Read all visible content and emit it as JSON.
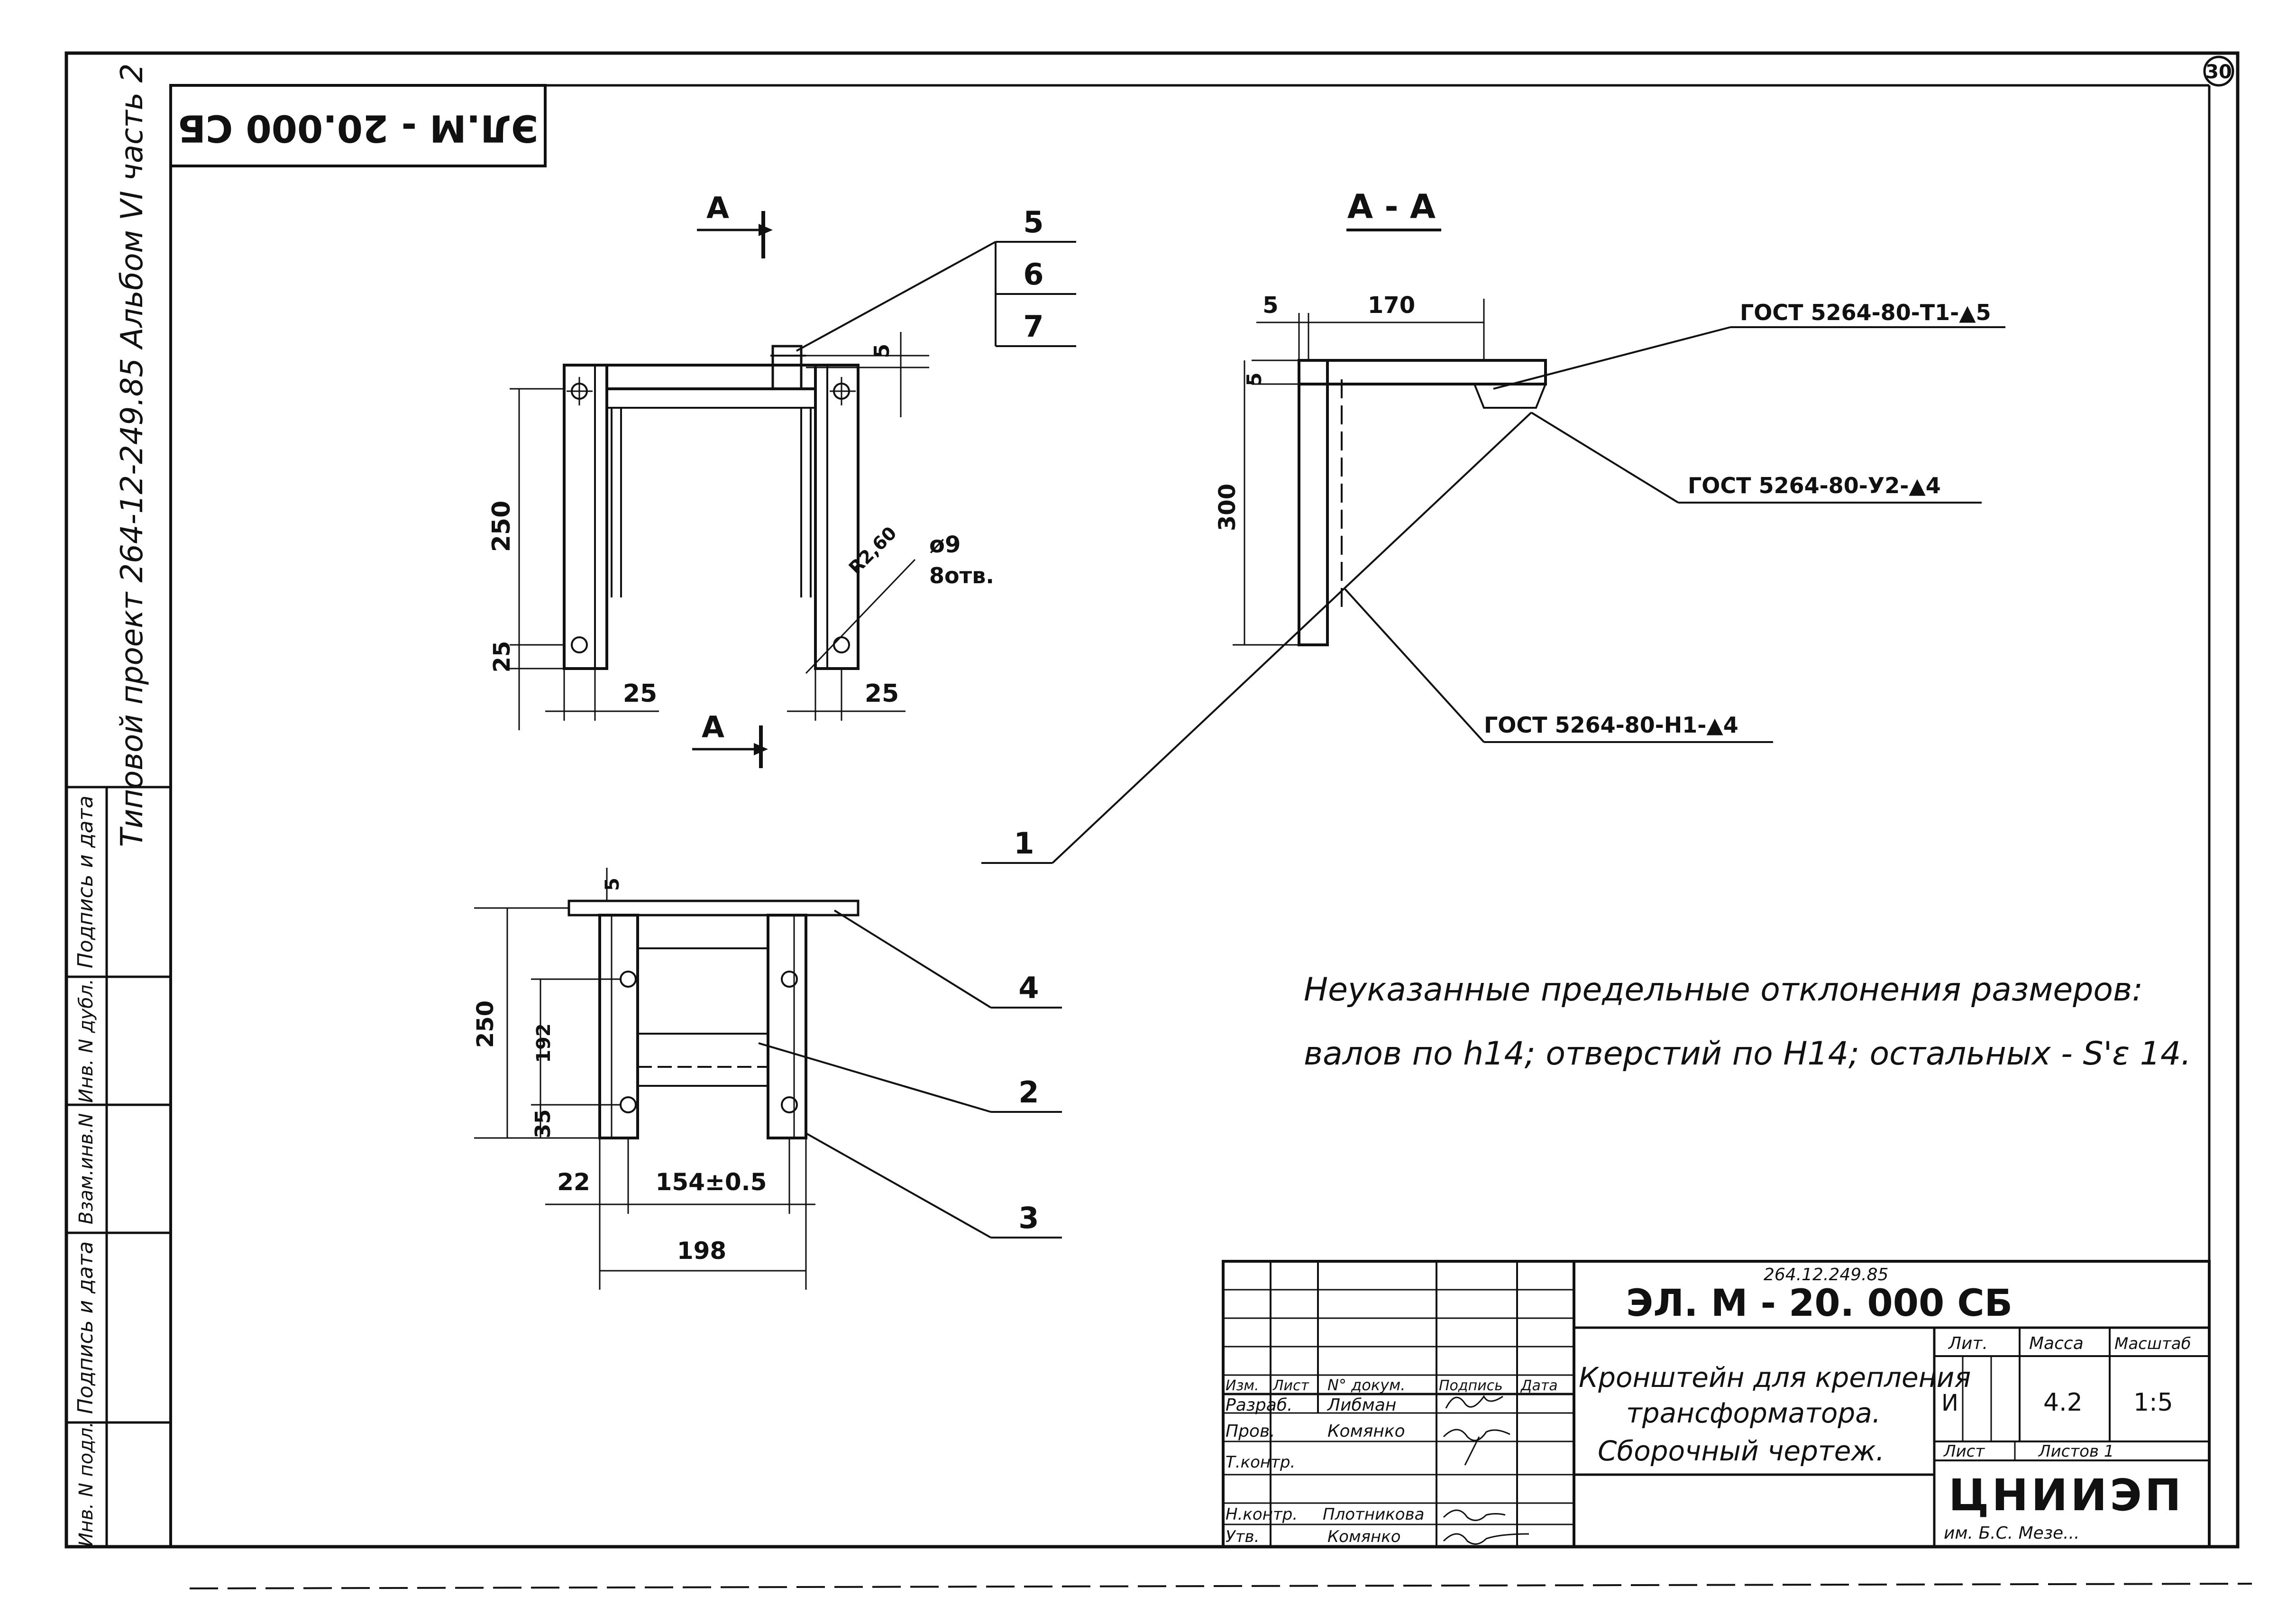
{
  "stamp_top": "ЭЛ.М - 20.000 СБ",
  "sheet_number": "30",
  "side_strip": {
    "project": "Типовой проект  264-12-249.85  Альбом VI  часть 2",
    "cells": [
      "Подпись и дата",
      "Инв. N дубл.",
      "Взам.инв.N",
      "Подпись и дата",
      "Инв. N подл."
    ]
  },
  "views": {
    "section_label_top": "А",
    "section_label_bottom": "А",
    "section_view_title": "А - А"
  },
  "dimensions": {
    "front": {
      "height": "250",
      "bottom_hole": "25",
      "left": "25",
      "right": "25",
      "top_gap": "5",
      "radius": "R2,60",
      "hole_dia": "ø9",
      "hole_count": "8отв."
    },
    "section": {
      "top_left": "5",
      "top_width": "170",
      "side_small": "5",
      "height": "300"
    },
    "bottom": {
      "height": "250",
      "inner": "192",
      "bottom": "35",
      "left_offset": "22",
      "span": "154±0.5",
      "width": "198",
      "top_small": "5"
    }
  },
  "welds": {
    "w1": "ГОСТ 5264-80-Т1-▲5",
    "w2": "ГОСТ 5264-80-У2-▲4",
    "w3": "ГОСТ 5264-80-Н1-▲4"
  },
  "callouts": {
    "c1": "1",
    "c2": "2",
    "c3": "3",
    "c4": "4",
    "c5": "5",
    "c6": "6",
    "c7": "7"
  },
  "note": {
    "line1": "Неуказанные предельные отклонения размеров:",
    "line2": "валов по h14; отверстий по H14; остальных - S'ε 14."
  },
  "title_block": {
    "doc_number_small": "264.12.249.85",
    "doc_number": "ЭЛ. М - 20. 000  СБ",
    "title_lines": [
      "Кронштейн для крепления",
      "трансформатора.",
      "Сборочный    чертеж."
    ],
    "headers": {
      "izm": "Изм.",
      "list": "Лист",
      "doc_no": "N° докум.",
      "signature": "Подпись",
      "date": "Дата"
    },
    "roles": [
      {
        "role": "Разраб.",
        "name": "Либман"
      },
      {
        "role": "Пров.",
        "name": "Комянко"
      },
      {
        "role": "Т.контр.",
        "name": ""
      },
      {
        "role": "Н.контр.",
        "name": "Плотникова"
      },
      {
        "role": "Утв.",
        "name": "Комянко"
      }
    ],
    "lit_label": "Лит.",
    "mass_label": "Масса",
    "scale_label": "Масштаб",
    "lit_value": "И",
    "mass_value": "4.2",
    "scale_value": "1:5",
    "sheet_label": "Лист",
    "sheets_label": "Листов 1",
    "org_name": "ЦНИИЭП",
    "org_sub": "им. Б.С. Мезе..."
  }
}
